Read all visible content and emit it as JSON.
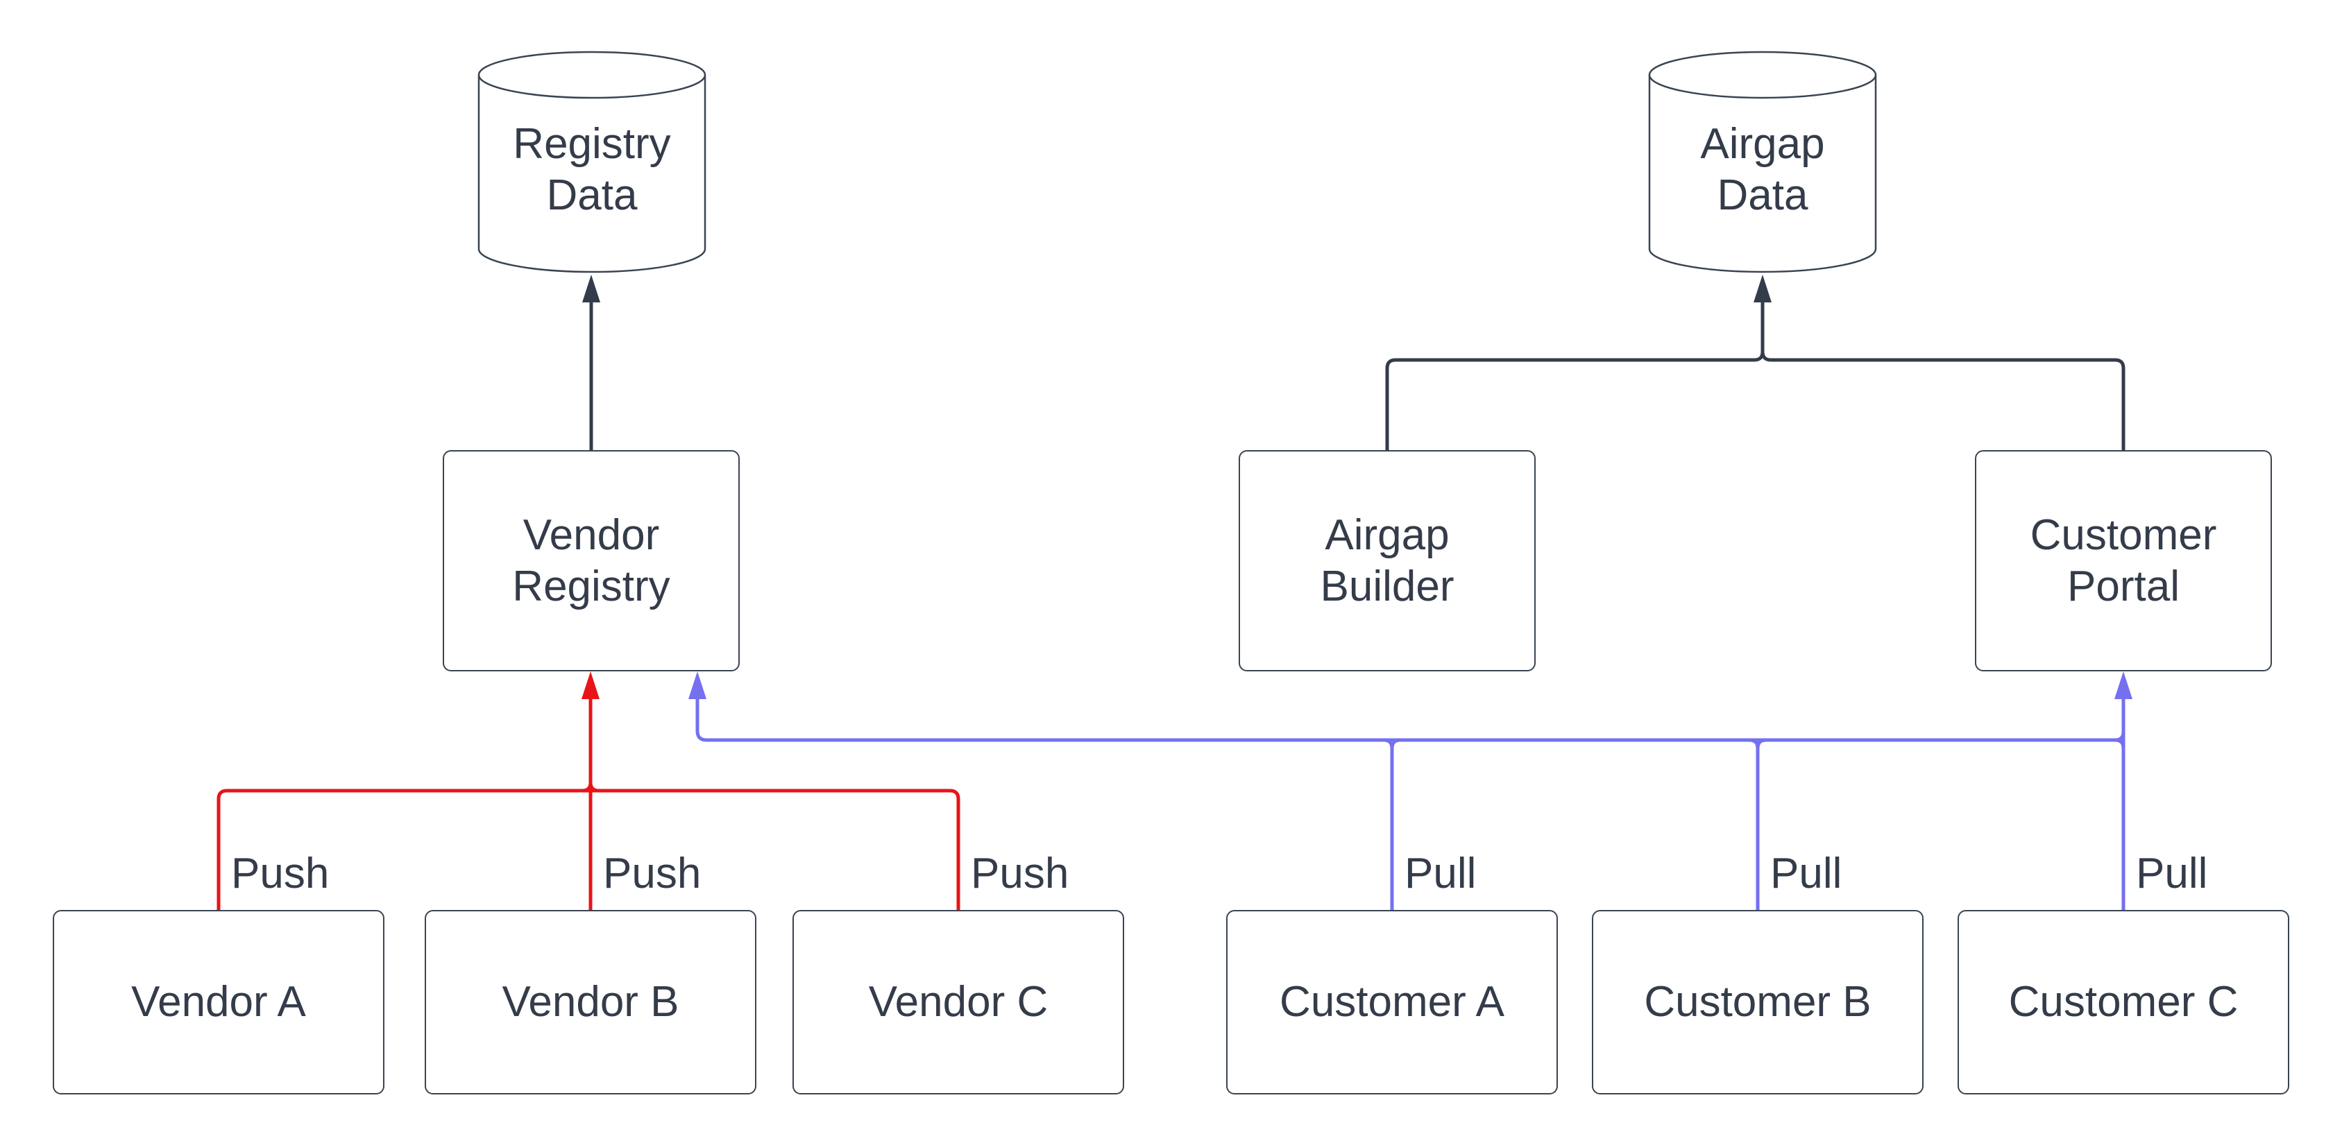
{
  "nodes": {
    "registry_data": {
      "shape": "cylinder",
      "lines": [
        "Registry",
        "Data"
      ]
    },
    "airgap_data": {
      "shape": "cylinder",
      "lines": [
        "Airgap",
        "Data"
      ]
    },
    "vendor_registry": {
      "shape": "rect",
      "lines": [
        "Vendor",
        "Registry"
      ]
    },
    "airgap_builder": {
      "shape": "rect",
      "lines": [
        "Airgap",
        "Builder"
      ]
    },
    "customer_portal": {
      "shape": "rect",
      "lines": [
        "Customer",
        "Portal"
      ]
    },
    "vendor_a": {
      "shape": "rect",
      "lines": [
        "Vendor A"
      ]
    },
    "vendor_b": {
      "shape": "rect",
      "lines": [
        "Vendor B"
      ]
    },
    "vendor_c": {
      "shape": "rect",
      "lines": [
        "Vendor C"
      ]
    },
    "customer_a": {
      "shape": "rect",
      "lines": [
        "Customer A"
      ]
    },
    "customer_b": {
      "shape": "rect",
      "lines": [
        "Customer B"
      ]
    },
    "customer_c": {
      "shape": "rect",
      "lines": [
        "Customer C"
      ]
    }
  },
  "edges": [
    {
      "from": "vendor_registry",
      "to": "registry_data",
      "color_name": "dark",
      "label": ""
    },
    {
      "from": "airgap_builder",
      "to": "airgap_data",
      "color_name": "dark",
      "label": ""
    },
    {
      "from": "customer_portal",
      "to": "airgap_data",
      "color_name": "dark",
      "label": ""
    },
    {
      "from": "vendor_a",
      "to": "vendor_registry",
      "color_name": "red",
      "label": "Push"
    },
    {
      "from": "vendor_b",
      "to": "vendor_registry",
      "color_name": "red",
      "label": "Push"
    },
    {
      "from": "vendor_c",
      "to": "vendor_registry",
      "color_name": "red",
      "label": "Push"
    },
    {
      "from": "customer_a",
      "to": [
        "vendor_registry",
        "customer_portal"
      ],
      "color_name": "blue",
      "label": "Pull"
    },
    {
      "from": "customer_b",
      "to": [
        "vendor_registry",
        "customer_portal"
      ],
      "color_name": "blue",
      "label": "Pull"
    },
    {
      "from": "customer_c",
      "to": [
        "vendor_registry",
        "customer_portal"
      ],
      "color_name": "blue",
      "label": "Pull"
    }
  ],
  "theme": {
    "background": "#ffffff",
    "node_fill": "#ffffff",
    "node_border": "#3a4452",
    "text": "#343c4a",
    "edge_dark": "#343c4a",
    "edge_push": "#e81418",
    "edge_pull": "#7470f0"
  }
}
